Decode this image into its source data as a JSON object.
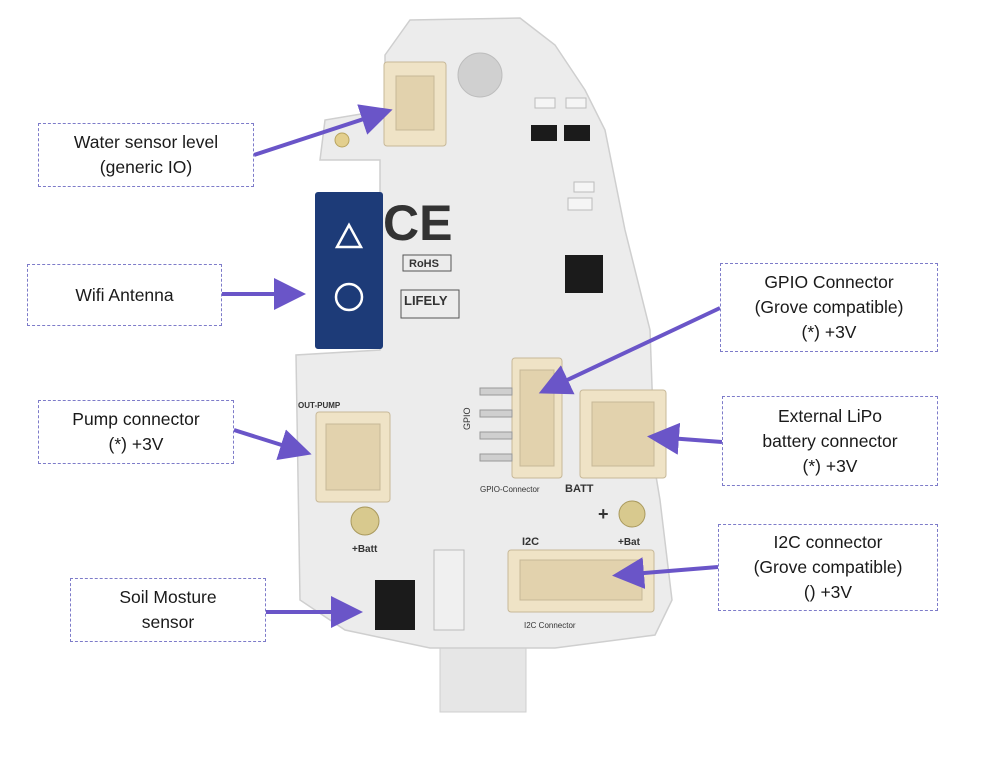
{
  "callouts": {
    "water_sensor": {
      "line1": "Water sensor level",
      "line2": "(generic IO)"
    },
    "wifi_antenna": {
      "line1": "Wifi Antenna"
    },
    "pump": {
      "line1": "Pump connector",
      "line2": "(*) +3V"
    },
    "soil": {
      "line1": "Soil Mosture",
      "line2": "sensor"
    },
    "gpio": {
      "line1": "GPIO Connector",
      "line2": "(Grove compatible)",
      "line3": "(*) +3V"
    },
    "lipo": {
      "line1": "External LiPo",
      "line2": "battery connector",
      "line3": "(*) +3V"
    },
    "i2c": {
      "line1": "I2C connector",
      "line2": "(Grove compatible)",
      "line3": "() +3V"
    }
  },
  "board_labels": {
    "ce": "CE",
    "rohs": "RoHS",
    "lifely": "LIFELY",
    "out_pump": "OUT-PUMP",
    "gpio": "GPIO",
    "gpio_connector": "GPIO-Connector",
    "batt": "BATT",
    "plus_batt": "+Batt",
    "i2c": "I2C",
    "i2c_connector": "I2C Connector",
    "plus_bat_right": "+Bat",
    "plus": "+"
  },
  "colors": {
    "arrow": "#6a55c8",
    "callout_border": "#7d7bc9",
    "pcb": "#ececec",
    "antenna": "#1d3b78",
    "connector": "#efe3c6"
  }
}
